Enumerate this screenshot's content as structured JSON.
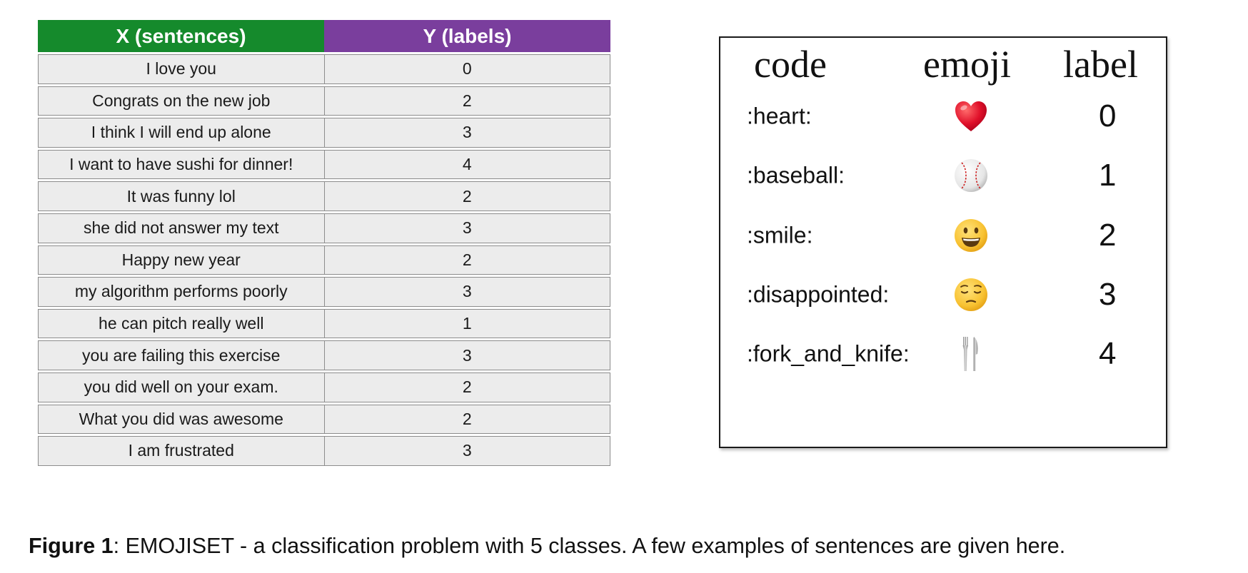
{
  "table": {
    "header_x": "X (sentences)",
    "header_y": "Y (labels)",
    "header_x_color": "#158a2c",
    "header_y_color": "#7a3e9d",
    "rows": [
      {
        "sentence": "I love you",
        "label": "0"
      },
      {
        "sentence": "Congrats on the new job",
        "label": "2"
      },
      {
        "sentence": "I think I will end up alone",
        "label": "3"
      },
      {
        "sentence": "I want to have sushi for dinner!",
        "label": "4"
      },
      {
        "sentence": "It was funny lol",
        "label": "2"
      },
      {
        "sentence": "she did not answer my text",
        "label": "3"
      },
      {
        "sentence": "Happy new year",
        "label": "2"
      },
      {
        "sentence": "my algorithm performs poorly",
        "label": "3"
      },
      {
        "sentence": "he can pitch really well",
        "label": "1"
      },
      {
        "sentence": "you are failing this exercise",
        "label": "3"
      },
      {
        "sentence": "you did well on your exam.",
        "label": "2"
      },
      {
        "sentence": "What you did was awesome",
        "label": "2"
      },
      {
        "sentence": "I am frustrated",
        "label": "3"
      }
    ]
  },
  "emoji_map": {
    "header_code": "code",
    "header_emoji": "emoji",
    "header_label": "label",
    "rows": [
      {
        "code": ":heart:",
        "icon": "heart-icon",
        "label": "0"
      },
      {
        "code": ":baseball:",
        "icon": "baseball-icon",
        "label": "1"
      },
      {
        "code": ":smile:",
        "icon": "smile-icon",
        "label": "2"
      },
      {
        "code": ":disappointed:",
        "icon": "disappointed-icon",
        "label": "3"
      },
      {
        "code": ":fork_and_knife:",
        "icon": "fork-and-knife-icon",
        "label": "4"
      }
    ]
  },
  "caption": {
    "figure_label": "Figure 1",
    "text": ": EMOJISET - a classification problem with 5 classes. A few examples of sentences are given here."
  }
}
